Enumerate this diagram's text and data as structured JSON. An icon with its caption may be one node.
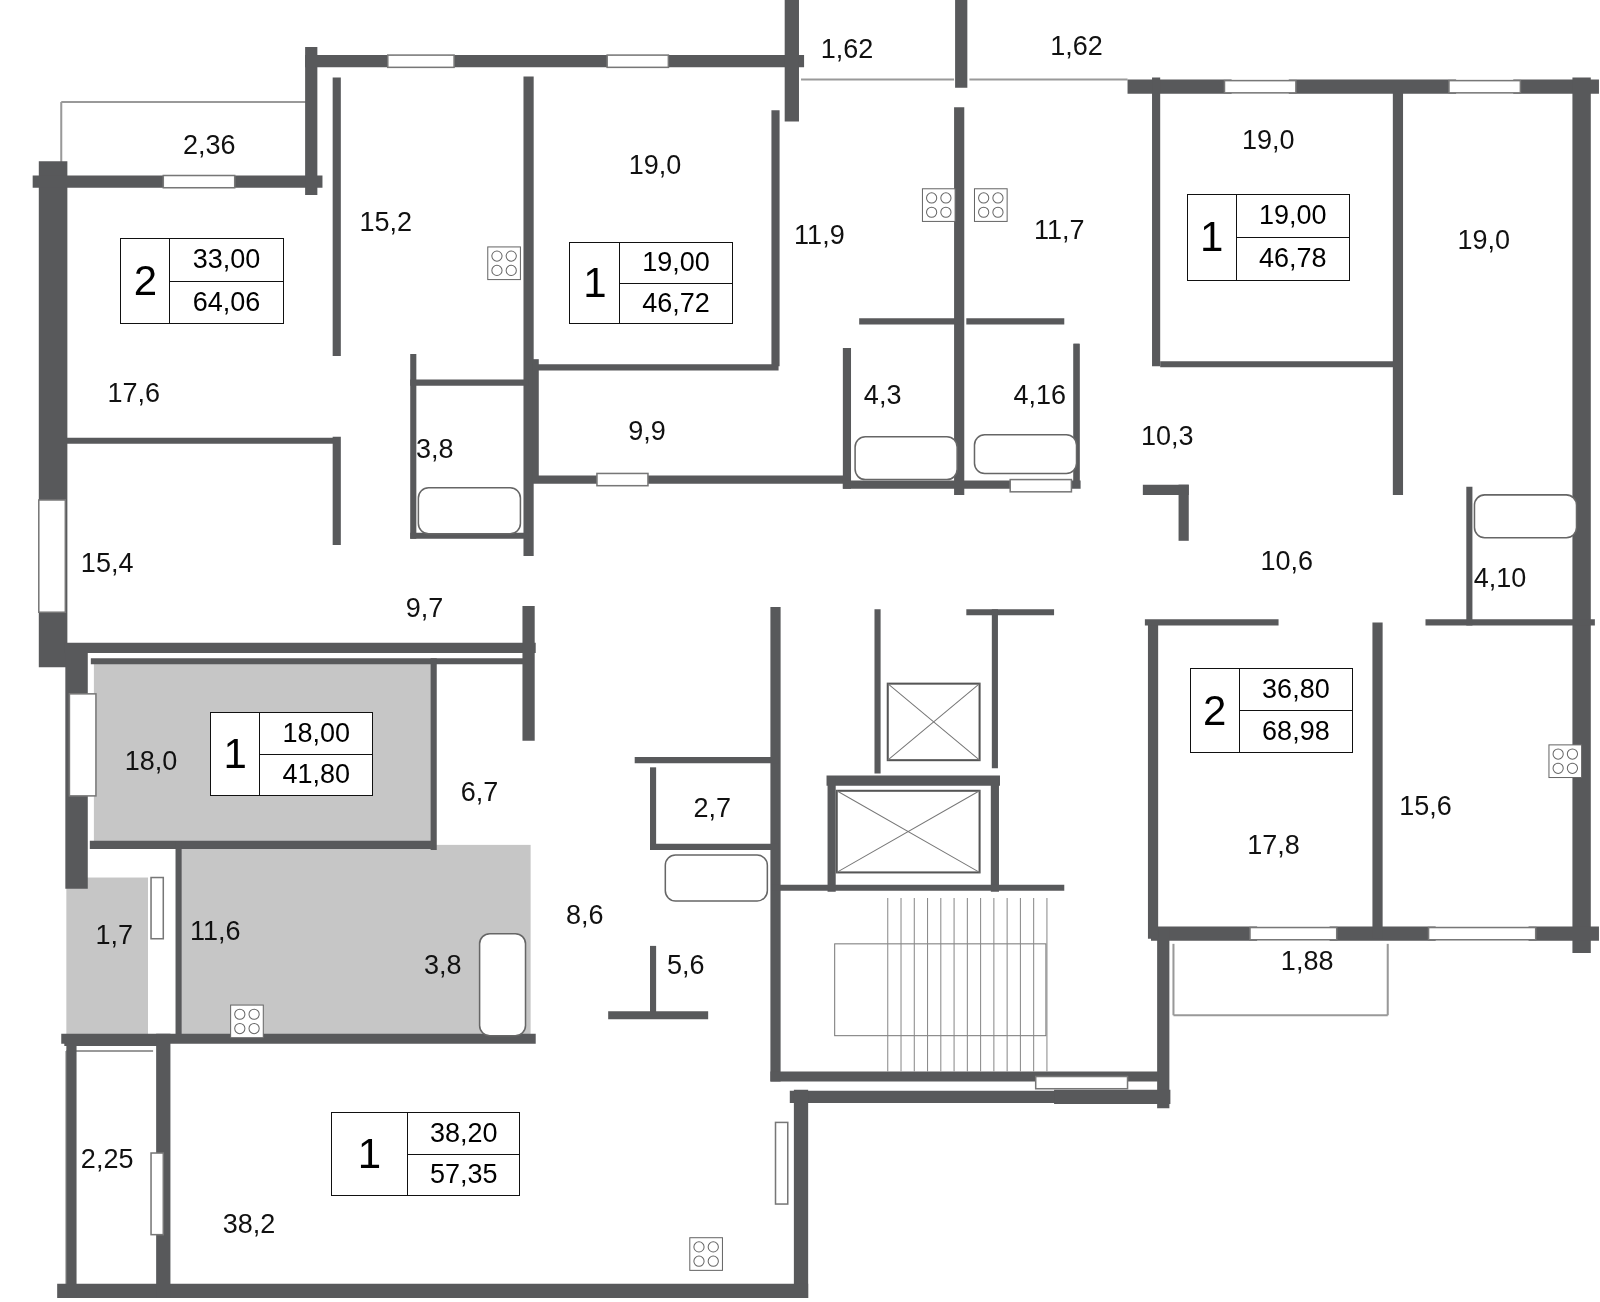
{
  "diagram": {
    "nodes": [
      {
        "text": [
          "2",
          "33,00",
          "64,06"
        ]
      },
      {
        "text": [
          "1",
          "19,00",
          "46,72"
        ]
      },
      {
        "text": [
          "1",
          "19,00",
          "46,78"
        ]
      },
      {
        "text": [
          "1",
          "18,00",
          "41,80"
        ]
      },
      {
        "text": [
          "2",
          "36,80",
          "68,98"
        ]
      },
      {
        "text": [
          "1",
          "38,20",
          "57,35"
        ]
      }
    ],
    "labels": [
      "1,62",
      "1,62",
      "19,0",
      "2,36",
      "19,0",
      "15,2",
      "11,7",
      "11,9",
      "19,0",
      "17,6",
      "4,3",
      "4,16",
      "9,9",
      "10,3",
      "3,8",
      "10,6",
      "15,4",
      "4,10",
      "9,7",
      "18,0",
      "6,7",
      "15,6",
      "2,7",
      "17,8",
      "8,6",
      "11,6",
      "1,7",
      "1,88",
      "3,8",
      "5,6",
      "2,25",
      "38,2"
    ]
  }
}
